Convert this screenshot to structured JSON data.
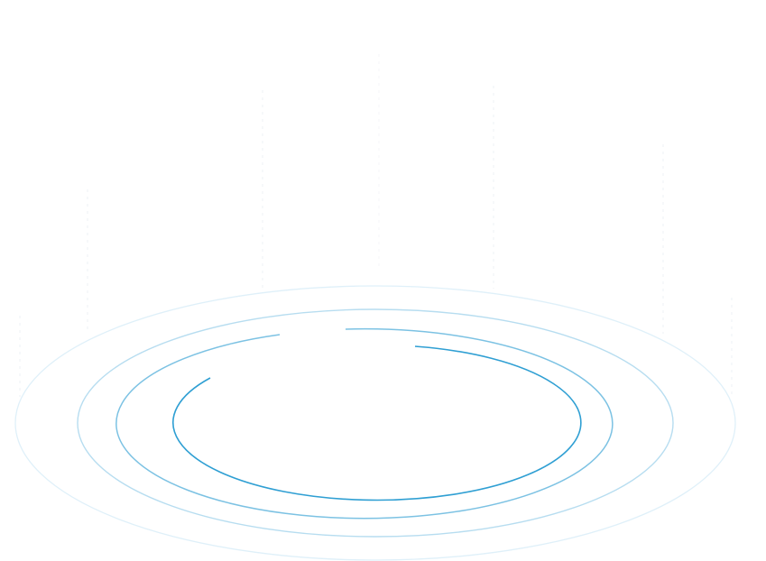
{
  "graphic": {
    "kind": "concentric-elliptical-rings",
    "ring_count": 4,
    "vertical_guide_count": 7,
    "ring_colors": [
      "#dff0f9",
      "#b7ddf0",
      "#7cc2e3",
      "#2f9fd3"
    ],
    "guide_color": "#eef2f6",
    "background": "#ffffff"
  }
}
